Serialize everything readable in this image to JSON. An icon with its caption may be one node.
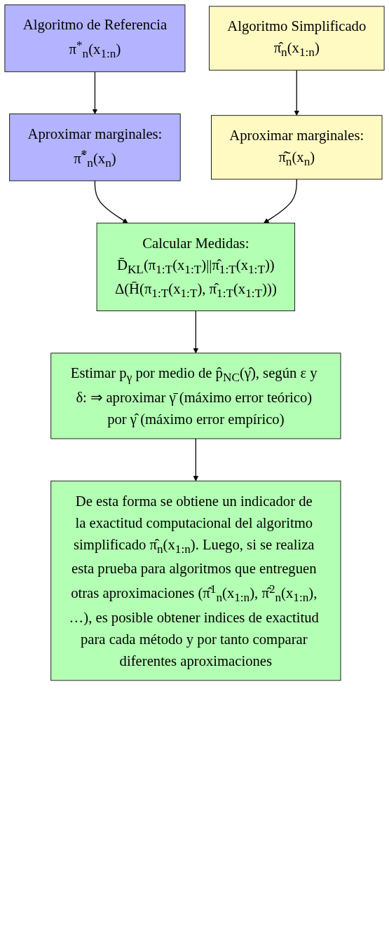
{
  "diagram": {
    "nodes": [
      {
        "text": [
          "Algoritmo de Referencia",
          "π$^{*}$$_{n}$(x$_{1:n}$)"
        ]
      },
      {
        "text": [
          "Algoritmo Simplificado",
          "π̂$_{n}$(x$_{1:n}$)"
        ]
      },
      {
        "text": [
          "Aproximar marginales:",
          "π̃$^{*}$$_{n}$(x$_{n}$)"
        ]
      },
      {
        "text": [
          "Aproximar marginales:",
          "π̂̃$_{n}$(x$_{n}$)"
        ]
      },
      {
        "text": [
          "Calcular Medidas:",
          "D̄$_{KL}$(π$_{1:T}$(x$_{1:T}$)||π̂$_{1:T}$(x$_{1:T}$))",
          "Δ(H̄(π$_{1:T}$(x$_{1:T}$), π̂$_{1:T}$(x$_{1:T}$)))"
        ]
      },
      {
        "text": [
          "Estimar p$_{γ}$ por medio de p̂$_{NC}$(γ̂), según ε y δ: ⇒ aproximar γ̄ (máximo error teórico) por γ̂ (máximo error empírico)"
        ]
      },
      {
        "text": [
          "De esta forma se obtiene un indicador de la exactitud computacional del algoritmo simplificado π̂$_{n}$(x$_{1:n}$). Luego, si se realiza esta prueba para algoritmos que entreguen otras aproximaciones (π̂$^{1}$$_{n}$(x$_{1:n}$), π̂$^{2}$$_{n}$(x$_{1:n}$), …), es posible obtener indices de exactitud para cada método y por tanto comparar diferentes aproximaciones"
        ]
      }
    ],
    "edges": [
      {
        "from": 0,
        "to": 2,
        "arrow": "to"
      },
      {
        "from": 1,
        "to": 3,
        "arrow": "to"
      },
      {
        "from": 2,
        "to": 4,
        "arrow": "to"
      },
      {
        "from": 3,
        "to": 4,
        "arrow": "to"
      },
      {
        "from": 4,
        "to": 5,
        "arrow": "to"
      },
      {
        "from": 5,
        "to": 6,
        "arrow": "to"
      }
    ]
  }
}
